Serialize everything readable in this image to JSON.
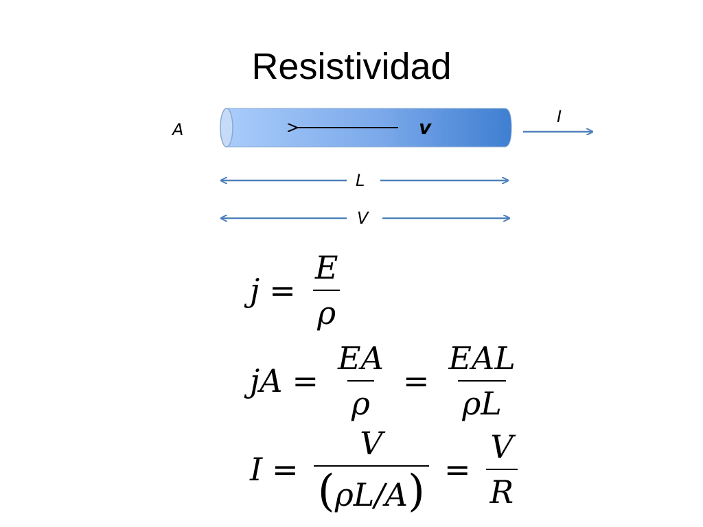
{
  "title": "Resistividad",
  "labels": {
    "area": "A",
    "current": "I",
    "velocity": "v",
    "length": "L",
    "voltage": "V"
  },
  "colors": {
    "cylinder_light": "#9fc3f7",
    "cylinder_dark": "#3f7fd1",
    "arrow": "#4f81bd"
  },
  "equations": {
    "eq1": {
      "lhs": "j",
      "eq": "=",
      "num": "E",
      "den": "ρ"
    },
    "eq2": {
      "lhs": "jA",
      "eq1": "=",
      "num1": "EA",
      "den1": "ρ",
      "eq2": "=",
      "num2": "EAL",
      "den2": "ρL"
    },
    "eq3": {
      "lhs": "I",
      "eq1": "=",
      "num1": "V",
      "paren_open": "(",
      "den1": "ρL/A",
      "paren_close": ")",
      "eq2": "=",
      "num2": "V",
      "den2": "R"
    }
  }
}
